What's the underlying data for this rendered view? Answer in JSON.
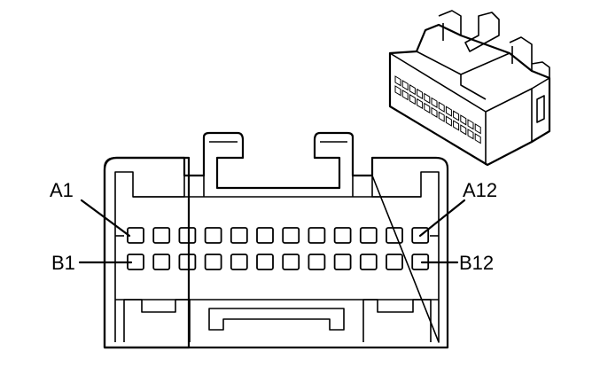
{
  "diagram": {
    "type": "connector-face-view",
    "rows": [
      "A",
      "B"
    ],
    "cavities_per_row": 12,
    "labels": {
      "a_first": "A1",
      "a_last": "A12",
      "b_first": "B1",
      "b_last": "B12"
    },
    "colors": {
      "line": "#000000",
      "background": "#ffffff"
    }
  }
}
